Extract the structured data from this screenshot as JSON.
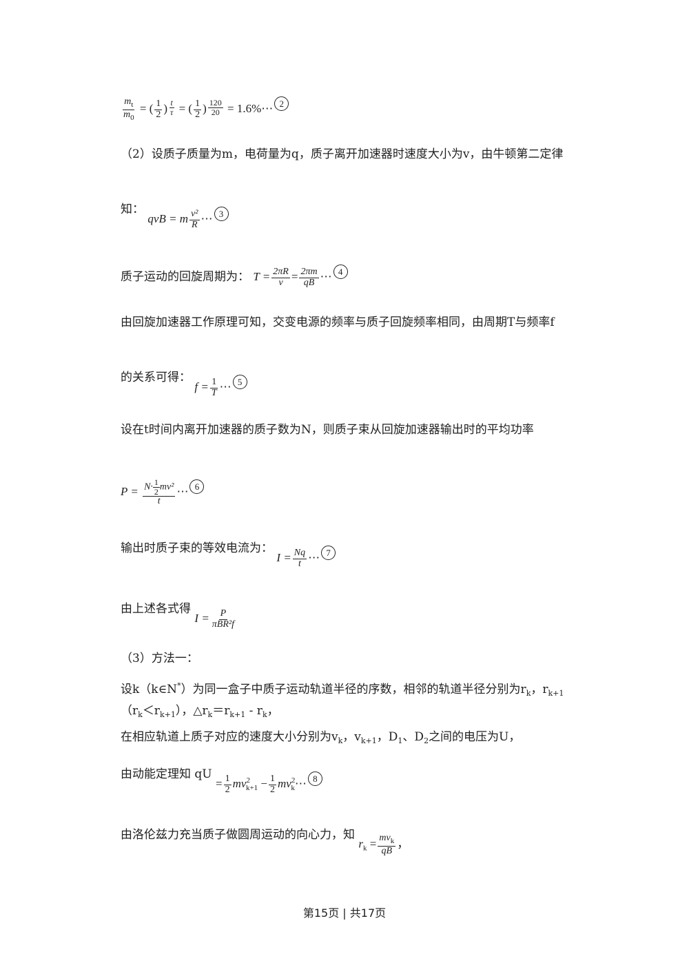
{
  "eq2": {
    "lhs_num": "m",
    "lhs_num_sub": "t",
    "lhs_den": "m",
    "lhs_den_sub": "0",
    "half": "1",
    "two": "2",
    "exp1_num": "t",
    "exp1_den": "τ",
    "exp2_num": "120",
    "exp2_den": "20",
    "result": "= 1.6%⋯",
    "tag": "2"
  },
  "p2_intro": "（2）设质子质量为m，电荷量为q，质子离开加速器时速度大小为v，由牛顿第二定律",
  "p_zhi": "知：",
  "eq3": {
    "lhs": "qvB = m",
    "num": "v²",
    "den": "R",
    "tail": "⋯",
    "tag": "3"
  },
  "p_period": "质子运动的回旋周期为：",
  "eq4": {
    "lhs": "T =",
    "num1": "2πR",
    "den1": "v",
    "eq": "=",
    "num2": "2πm",
    "den2": "qB",
    "tail": "⋯",
    "tag": "4"
  },
  "p_principle": "由回旋加速器工作原理可知，交变电源的频率与质子回旋频率相同，由周期T与频率f",
  "p_relation": "的关系可得：",
  "eq5": {
    "lhs": "f =",
    "num": "1",
    "den": "T",
    "tail": "⋯",
    "tag": "5"
  },
  "p_power": "设在t时间内离开加速器的质子数为N，则质子束从回旋加速器输出时的平均功率",
  "eq6": {
    "lhs": "P =",
    "num_a": "N·",
    "half_num": "1",
    "half_den": "2",
    "num_b": "mv²",
    "den": "t",
    "tail": "⋯",
    "tag": "6"
  },
  "p_current": "输出时质子束的等效电流为：",
  "eq7": {
    "lhs": "I =",
    "num": "Nq",
    "den": "t",
    "tail": "⋯",
    "tag": "7"
  },
  "p_result": "由上述各式得",
  "eq_final": {
    "lhs": "I =",
    "num": "P",
    "den": "πBR²f"
  },
  "p3_method": "（3）方法一：",
  "p_k1": "设k（k∈N",
  "p_k1_sup": "*",
  "p_k2": "）为同一盒子中质子运动轨道半径的序数，相邻的轨道半径分别为r",
  "p_k_sub": "k",
  "p_k3": "，r",
  "p_k_sub2": "k+1",
  "p_r_line": "（r<sub>k</sub>＜r<sub>k+1</sub>），△r<sub>k</sub>＝r<sub>k+1</sub> - r<sub>k</sub>，",
  "p_vel_line": "在相应轨道上质子对应的速度大小分别为v<sub>k</sub>，v<sub>k+1</sub>，D<sub>1</sub>、D<sub>2</sub>之间的电压为U，",
  "p_energy": "由动能定理知 qU",
  "eq8": {
    "eq": "=",
    "half_num": "1",
    "half_den": "2",
    "t1": "mv",
    "t1_sub": "k+1",
    "minus": "−",
    "t2": "mv",
    "t2_sub": "k",
    "tail": "⋯",
    "tag": "8"
  },
  "p_lorentz": "由洛伦兹力充当质子做圆周运动的向心力，知",
  "eq9": {
    "lhs": "r",
    "lhs_sub": "k",
    "eq": "=",
    "num": "mv",
    "num_sub": "k",
    "den": "qB",
    "tail": "，"
  },
  "footer": "第15页 | 共17页"
}
